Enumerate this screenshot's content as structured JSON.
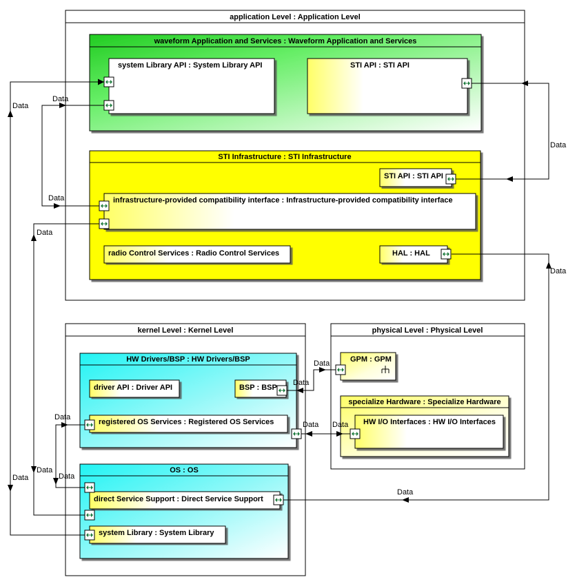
{
  "colors": {
    "green": "#33cc33",
    "yellow": "#ffff00",
    "cyan": "#33ffff",
    "part_fill": "#ffffcc",
    "port": "#1a7a3a"
  },
  "application_level": {
    "title": "application Level : Application Level"
  },
  "waveform": {
    "title": "waveform Application and Services : Waveform Application and Services",
    "system_library_api": "system Library API : System Library API",
    "sti_api": "STI API : STI API"
  },
  "sti_infrastructure": {
    "title": "STI Infrastructure : STI Infrastructure",
    "sti_api": "STI API : STI API",
    "compat_interface": "infrastructure-provided compatibility interface : Infrastructure-provided compatibility interface",
    "radio_control": "radio Control Services : Radio Control Services",
    "hal": "HAL : HAL"
  },
  "kernel_level": {
    "title": "kernel Level : Kernel Level"
  },
  "hw_drivers": {
    "title": "HW Drivers/BSP : HW Drivers/BSP",
    "driver_api": "driver API : Driver API",
    "bsp": "BSP : BSP",
    "registered_os": "registered OS Services : Registered OS Services"
  },
  "os": {
    "title": "OS : OS",
    "direct_service": "direct Service Support : Direct Service Support",
    "system_library": "system Library : System Library"
  },
  "physical_level": {
    "title": "physical Level : Physical Level"
  },
  "gpm": {
    "title": "GPM : GPM"
  },
  "specialize_hw": {
    "title": "specialize Hardware : Specialize Hardware",
    "hw_io": "HW I/O Interfaces : HW I/O Interfaces"
  },
  "flow_label": "Data"
}
